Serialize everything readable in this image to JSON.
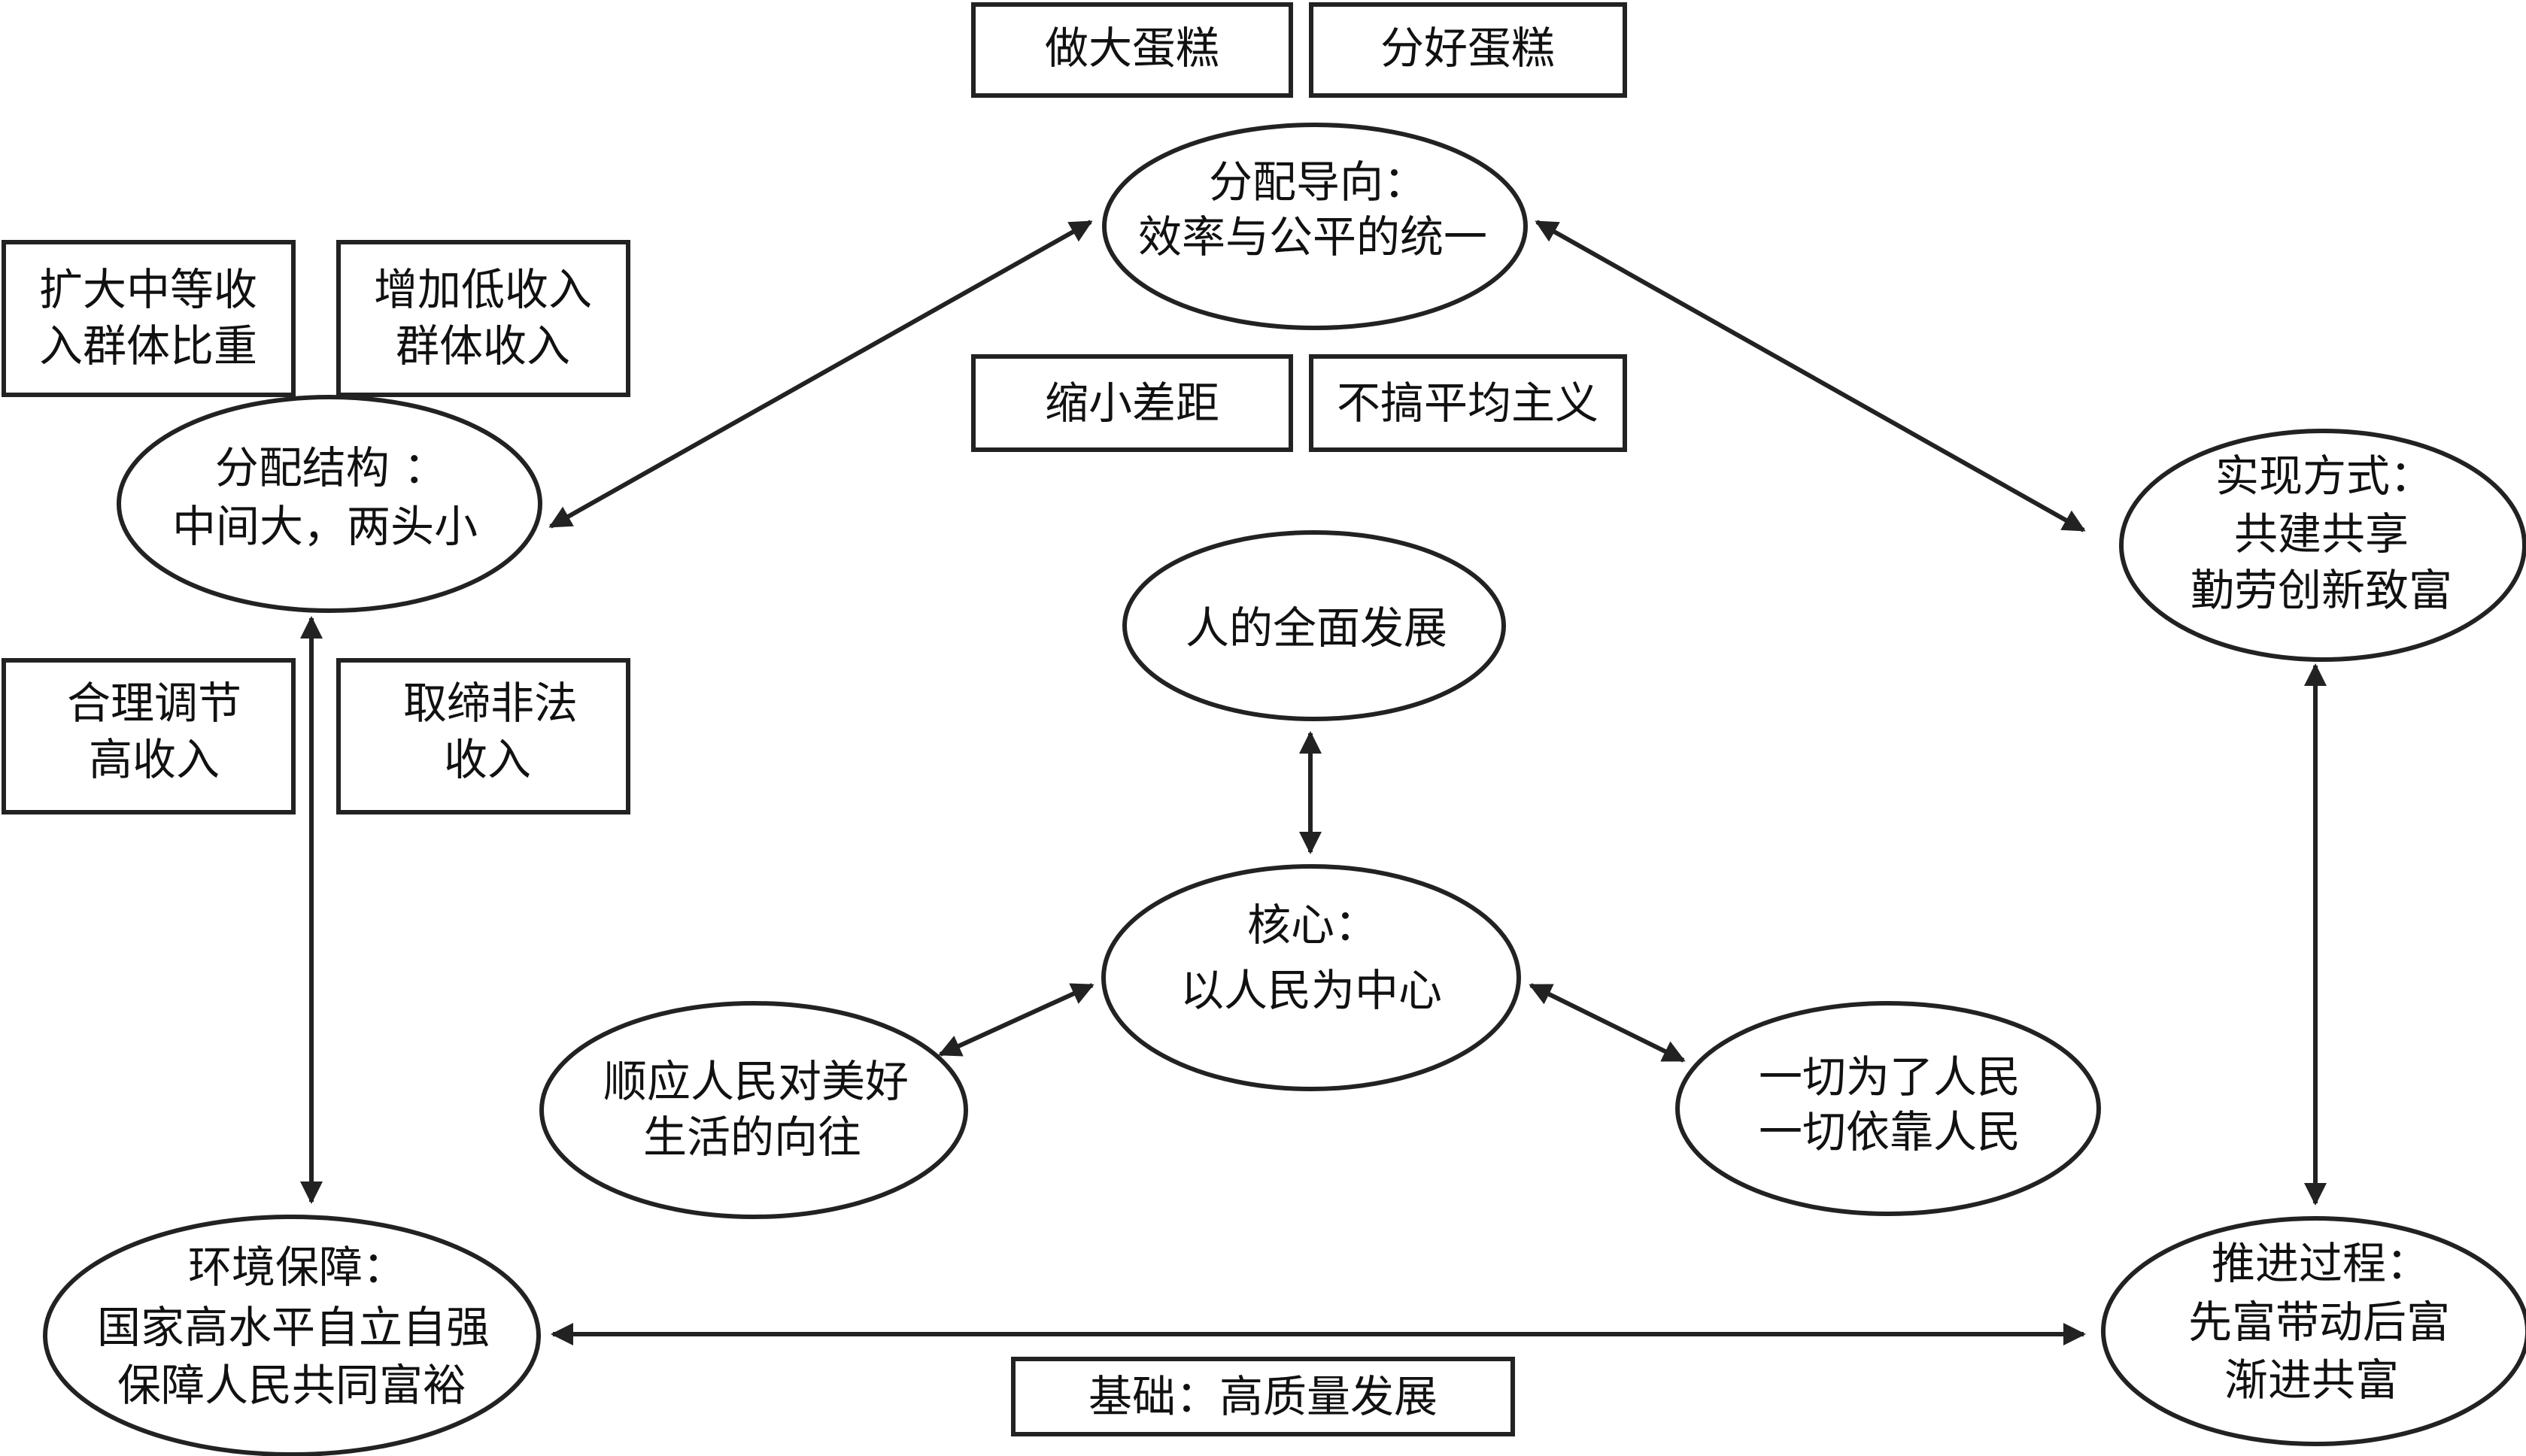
{
  "colors": {
    "line": "#222222",
    "text": "#111111",
    "background": "#ffffff"
  },
  "boxes": {
    "make_cake": {
      "lines": [
        "做大蛋糕"
      ]
    },
    "share_cake": {
      "lines": [
        "分好蛋糕"
      ]
    },
    "expand_middle": {
      "lines": [
        "扩大中等收",
        "入群体比重"
      ]
    },
    "raise_low": {
      "lines": [
        "增加低收入",
        "群体收入"
      ]
    },
    "narrow_gap": {
      "lines": [
        "缩小差距"
      ]
    },
    "no_egalitarianism": {
      "lines": [
        "不搞平均主义"
      ]
    },
    "regulate_high": {
      "lines": [
        "合理调节",
        "高收入"
      ]
    },
    "ban_illegal": {
      "lines": [
        "取缔非法",
        "收入"
      ]
    },
    "foundation": {
      "lines": [
        "基础：高质量发展"
      ]
    }
  },
  "ellipses": {
    "distribution_orientation": {
      "lines": [
        "分配导向：",
        "效率与公平的统一"
      ]
    },
    "distribution_structure": {
      "lines": [
        "分配结构 ：",
        "中间大，两头小"
      ]
    },
    "realization_method": {
      "lines": [
        "实现方式：",
        "共建共享",
        "勤劳创新致富"
      ]
    },
    "all_round_development": {
      "lines": [
        "人的全面发展"
      ]
    },
    "core": {
      "lines": [
        "核心：",
        "以人民为中心"
      ]
    },
    "people_aspiration": {
      "lines": [
        "顺应人民对美好",
        "生活的向往"
      ]
    },
    "for_people": {
      "lines": [
        "一切为了人民",
        "一切依靠人民"
      ]
    },
    "environment_guarantee": {
      "lines": [
        "环境保障：",
        "国家高水平自立自强",
        "保障人民共同富裕"
      ]
    },
    "advancement_process": {
      "lines": [
        "推进过程：",
        "先富带动后富",
        "渐进共富"
      ]
    }
  },
  "connections": [
    {
      "from": "distribution_orientation",
      "to": "distribution_structure",
      "type": "bidirectional"
    },
    {
      "from": "distribution_orientation",
      "to": "realization_method",
      "type": "bidirectional"
    },
    {
      "from": "distribution_structure",
      "to": "environment_guarantee",
      "type": "bidirectional"
    },
    {
      "from": "realization_method",
      "to": "advancement_process",
      "type": "bidirectional"
    },
    {
      "from": "environment_guarantee",
      "to": "advancement_process",
      "type": "bidirectional"
    },
    {
      "from": "core",
      "to": "all_round_development",
      "type": "bidirectional"
    },
    {
      "from": "core",
      "to": "people_aspiration",
      "type": "bidirectional"
    },
    {
      "from": "core",
      "to": "for_people",
      "type": "bidirectional"
    }
  ]
}
